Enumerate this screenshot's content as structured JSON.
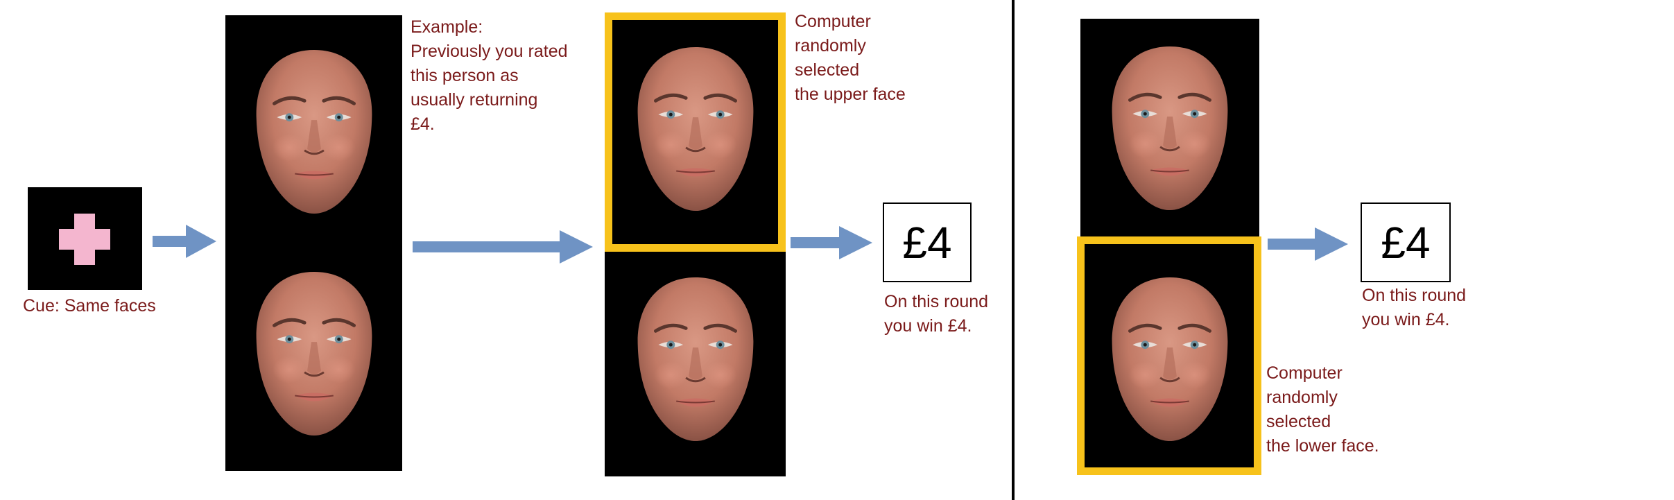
{
  "cue": {
    "symbol": "+",
    "caption": "Cue: Same faces"
  },
  "example_note": {
    "lines": [
      "Example:",
      "Previously you rated",
      "this person as",
      "usually returning",
      "£4."
    ]
  },
  "trial_left": {
    "selection_note": {
      "lines": [
        "Computer",
        "randomly",
        "selected",
        "the upper face"
      ]
    },
    "amount": "£4",
    "outcome": {
      "lines": [
        "On this round",
        "you win £4."
      ]
    }
  },
  "trial_right": {
    "selection_note": {
      "lines": [
        "Computer",
        "randomly",
        "selected",
        "the lower face."
      ]
    },
    "amount": "£4",
    "outcome": {
      "lines": [
        "On this round",
        "you win £4."
      ]
    }
  },
  "colors": {
    "caption_text": "#7a1a1a",
    "highlight_border": "#f7c21b",
    "arrow": "#6f93c4",
    "cue_cross": "#f4b6cf",
    "background_panel": "#000000"
  },
  "icons": {
    "face": "face-photo-icon",
    "arrow": "right-arrow-icon",
    "cross": "plus-icon"
  }
}
